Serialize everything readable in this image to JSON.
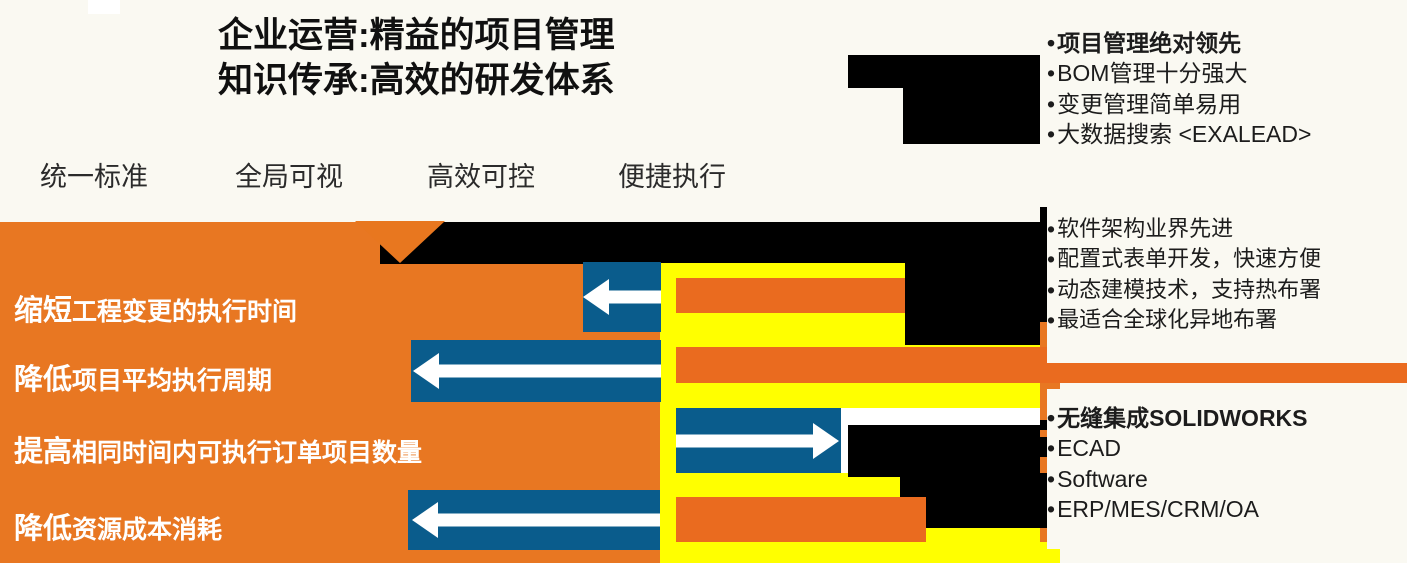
{
  "title": {
    "line1": "企业运营:精益的项目管理",
    "line2": "知识传承:高效的研发体系"
  },
  "nav": {
    "items": [
      {
        "label": "统一标准"
      },
      {
        "label": "全局可视"
      },
      {
        "label": "高效可控"
      },
      {
        "label": "便捷执行"
      }
    ]
  },
  "goals": [
    {
      "strong": "缩短",
      "rest": "工程变更的执行时间"
    },
    {
      "strong": "降低",
      "rest": "项目平均执行周期"
    },
    {
      "strong": "提高",
      "rest": "相同时间内可执行订单项目数量"
    },
    {
      "strong": "降低",
      "rest": "资源成本消耗"
    }
  ],
  "arrows": [
    {
      "direction": "left"
    },
    {
      "direction": "left"
    },
    {
      "direction": "right"
    },
    {
      "direction": "left"
    }
  ],
  "panels": [
    {
      "bullets": [
        {
          "text": "项目管理绝对领先",
          "bold": true
        },
        {
          "text": "BOM管理十分强大",
          "bold": false
        },
        {
          "text": "变更管理简单易用",
          "bold": false
        },
        {
          "text": "大数据搜索 <EXALEAD>",
          "bold": false
        }
      ]
    },
    {
      "bullets": [
        {
          "text": "软件架构业界先进",
          "bold": false
        },
        {
          "text": "配置式表单开发，快速方便",
          "bold": false
        },
        {
          "text": "动态建模技术，支持热布署",
          "bold": false
        },
        {
          "text": "最适合全球化异地布署",
          "bold": false
        }
      ]
    },
    {
      "bullets": [
        {
          "text": "无缝集成SOLIDWORKS",
          "bold": true
        },
        {
          "text": "ECAD",
          "bold": false
        },
        {
          "text": "Software",
          "bold": false
        },
        {
          "text": "ERP/MES/CRM/OA",
          "bold": false
        }
      ]
    }
  ],
  "bullet_glyph": "•",
  "colors": {
    "background": "#faf9f2",
    "orange": "#e8771f",
    "orange_alt": "#ea6b1f",
    "blue": "#0a5c8c",
    "yellow": "#ffff00",
    "black": "#000000",
    "white": "#ffffff",
    "text_dark": "#1c1c1c"
  }
}
